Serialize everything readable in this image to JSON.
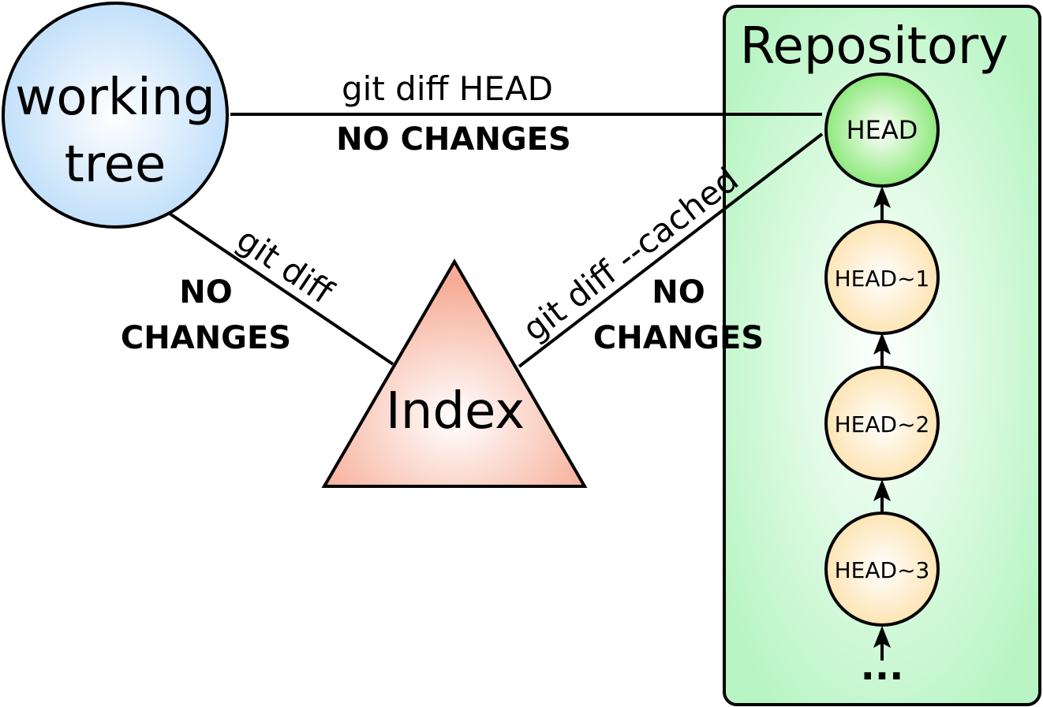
{
  "nodes": {
    "working_tree": {
      "line1": "working",
      "line2": "tree"
    },
    "index": {
      "label": "Index"
    },
    "repository": {
      "title": "Repository"
    },
    "commits": [
      "HEAD",
      "HEAD~1",
      "HEAD~2",
      "HEAD~3"
    ],
    "ellipsis": "..."
  },
  "edges": {
    "wt_head": {
      "command": "git diff HEAD",
      "result": "NO CHANGES"
    },
    "wt_index": {
      "command": "git diff",
      "result_line1": "NO",
      "result_line2": "CHANGES"
    },
    "index_head": {
      "command": "git diff --cached",
      "result_line1": "NO",
      "result_line2": "CHANGES"
    }
  },
  "colors": {
    "working_tree_fill": "#cfe6fb",
    "index_fill": "#f7b9a6",
    "repository_fill": "#c6f7cf",
    "head_fill": "#9ef08e",
    "commit_fill": "#fdebc6",
    "stroke": "#000000"
  }
}
